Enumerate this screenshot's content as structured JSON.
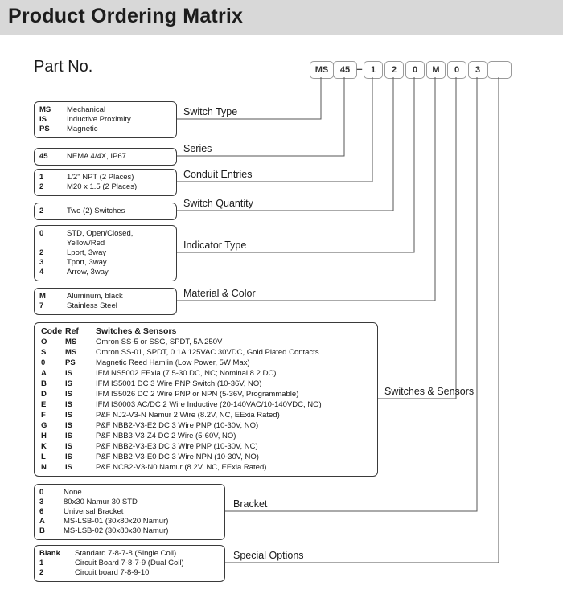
{
  "page": {
    "title": "Product Ordering Matrix",
    "part_no_label": "Part No."
  },
  "part_number": {
    "separator": "–",
    "segments": [
      "MS",
      "45",
      "1",
      "2",
      "0",
      "M",
      "0",
      "3",
      ""
    ]
  },
  "sections": [
    {
      "label": "Switch Type",
      "rows": [
        {
          "code": "MS",
          "desc": "Mechanical"
        },
        {
          "code": "IS",
          "desc": "Inductive Proximity"
        },
        {
          "code": "PS",
          "desc": "Magnetic"
        }
      ]
    },
    {
      "label": "Series",
      "rows": [
        {
          "code": "45",
          "desc": "NEMA 4/4X, IP67"
        }
      ]
    },
    {
      "label": "Conduit Entries",
      "rows": [
        {
          "code": "1",
          "desc": "1/2\" NPT (2 Places)"
        },
        {
          "code": "2",
          "desc": "M20 x 1.5 (2 Places)"
        }
      ]
    },
    {
      "label": "Switch Quantity",
      "rows": [
        {
          "code": "2",
          "desc": "Two (2) Switches"
        }
      ]
    },
    {
      "label": "Indicator Type",
      "rows": [
        {
          "code": "0",
          "desc": "STD, Open/Closed, Yellow/Red"
        },
        {
          "code": "2",
          "desc": "Lport, 3way"
        },
        {
          "code": "3",
          "desc": "Tport, 3way"
        },
        {
          "code": "4",
          "desc": "Arrow, 3way"
        }
      ]
    },
    {
      "label": "Material & Color",
      "rows": [
        {
          "code": "M",
          "desc": "Aluminum, black"
        },
        {
          "code": "7",
          "desc": "Stainless Steel"
        }
      ]
    },
    {
      "label": "Switches & Sensors",
      "header": {
        "code": "Code",
        "ref": "Ref",
        "desc": "Switches & Sensors"
      },
      "rows": [
        {
          "code": "O",
          "ref": "MS",
          "desc": "Omron SS-5 or SSG, SPDT, 5A 250V"
        },
        {
          "code": "S",
          "ref": "MS",
          "desc": "Omron SS-01, SPDT, 0.1A 125VAC 30VDC, Gold Plated Contacts"
        },
        {
          "code": "0",
          "ref": "PS",
          "desc": "Magnetic Reed Hamlin (Low Power, 5W Max)"
        },
        {
          "code": "A",
          "ref": "IS",
          "desc": "IFM NS5002 EExia (7.5-30 DC, NC; Nominal 8.2 DC)"
        },
        {
          "code": "B",
          "ref": "IS",
          "desc": "IFM IS5001 DC 3 Wire PNP Switch (10-36V, NO)"
        },
        {
          "code": "D",
          "ref": "IS",
          "desc": "IFM IS5026 DC 2 Wire PNP or NPN (5-36V, Programmable)"
        },
        {
          "code": "E",
          "ref": "IS",
          "desc": "IFM IS0003 AC/DC 2 Wire Inductive (20-140VAC/10-140VDC, NO)"
        },
        {
          "code": "F",
          "ref": "IS",
          "desc": "P&F NJ2-V3-N Namur 2 Wire (8.2V, NC, EExia Rated)"
        },
        {
          "code": "G",
          "ref": "IS",
          "desc": "P&F NBB2-V3-E2 DC 3 Wire PNP (10-30V, NO)"
        },
        {
          "code": "H",
          "ref": "IS",
          "desc": "P&F NBB3-V3-Z4 DC 2 Wire (5-60V, NO)"
        },
        {
          "code": "K",
          "ref": "IS",
          "desc": "P&F NBB2-V3-E3 DC 3 Wire PNP (10-30V, NC)"
        },
        {
          "code": "L",
          "ref": "IS",
          "desc": "P&F NBB2-V3-E0 DC 3 Wire NPN (10-30V, NO)"
        },
        {
          "code": "N",
          "ref": "IS",
          "desc": "P&F NCB2-V3-N0 Namur (8.2V, NC, EExia Rated)"
        }
      ]
    },
    {
      "label": "Bracket",
      "rows": [
        {
          "code": "0",
          "desc": "None"
        },
        {
          "code": "3",
          "desc": "80x30 Namur 30 STD"
        },
        {
          "code": "6",
          "desc": "Universal Bracket"
        },
        {
          "code": "A",
          "desc": "MS-LSB-01 (30x80x20 Namur)"
        },
        {
          "code": "B",
          "desc": "MS-LSB-02 (30x80x30 Namur)"
        }
      ]
    },
    {
      "label": "Special Options",
      "rows": [
        {
          "code": "Blank",
          "desc": "Standard 7-8-7-8 (Single Coil)"
        },
        {
          "code": "1",
          "desc": "Circuit Board 7-8-7-9 (Dual Coil)"
        },
        {
          "code": "2",
          "desc": "Circuit board 7-8-9-10"
        }
      ]
    }
  ]
}
